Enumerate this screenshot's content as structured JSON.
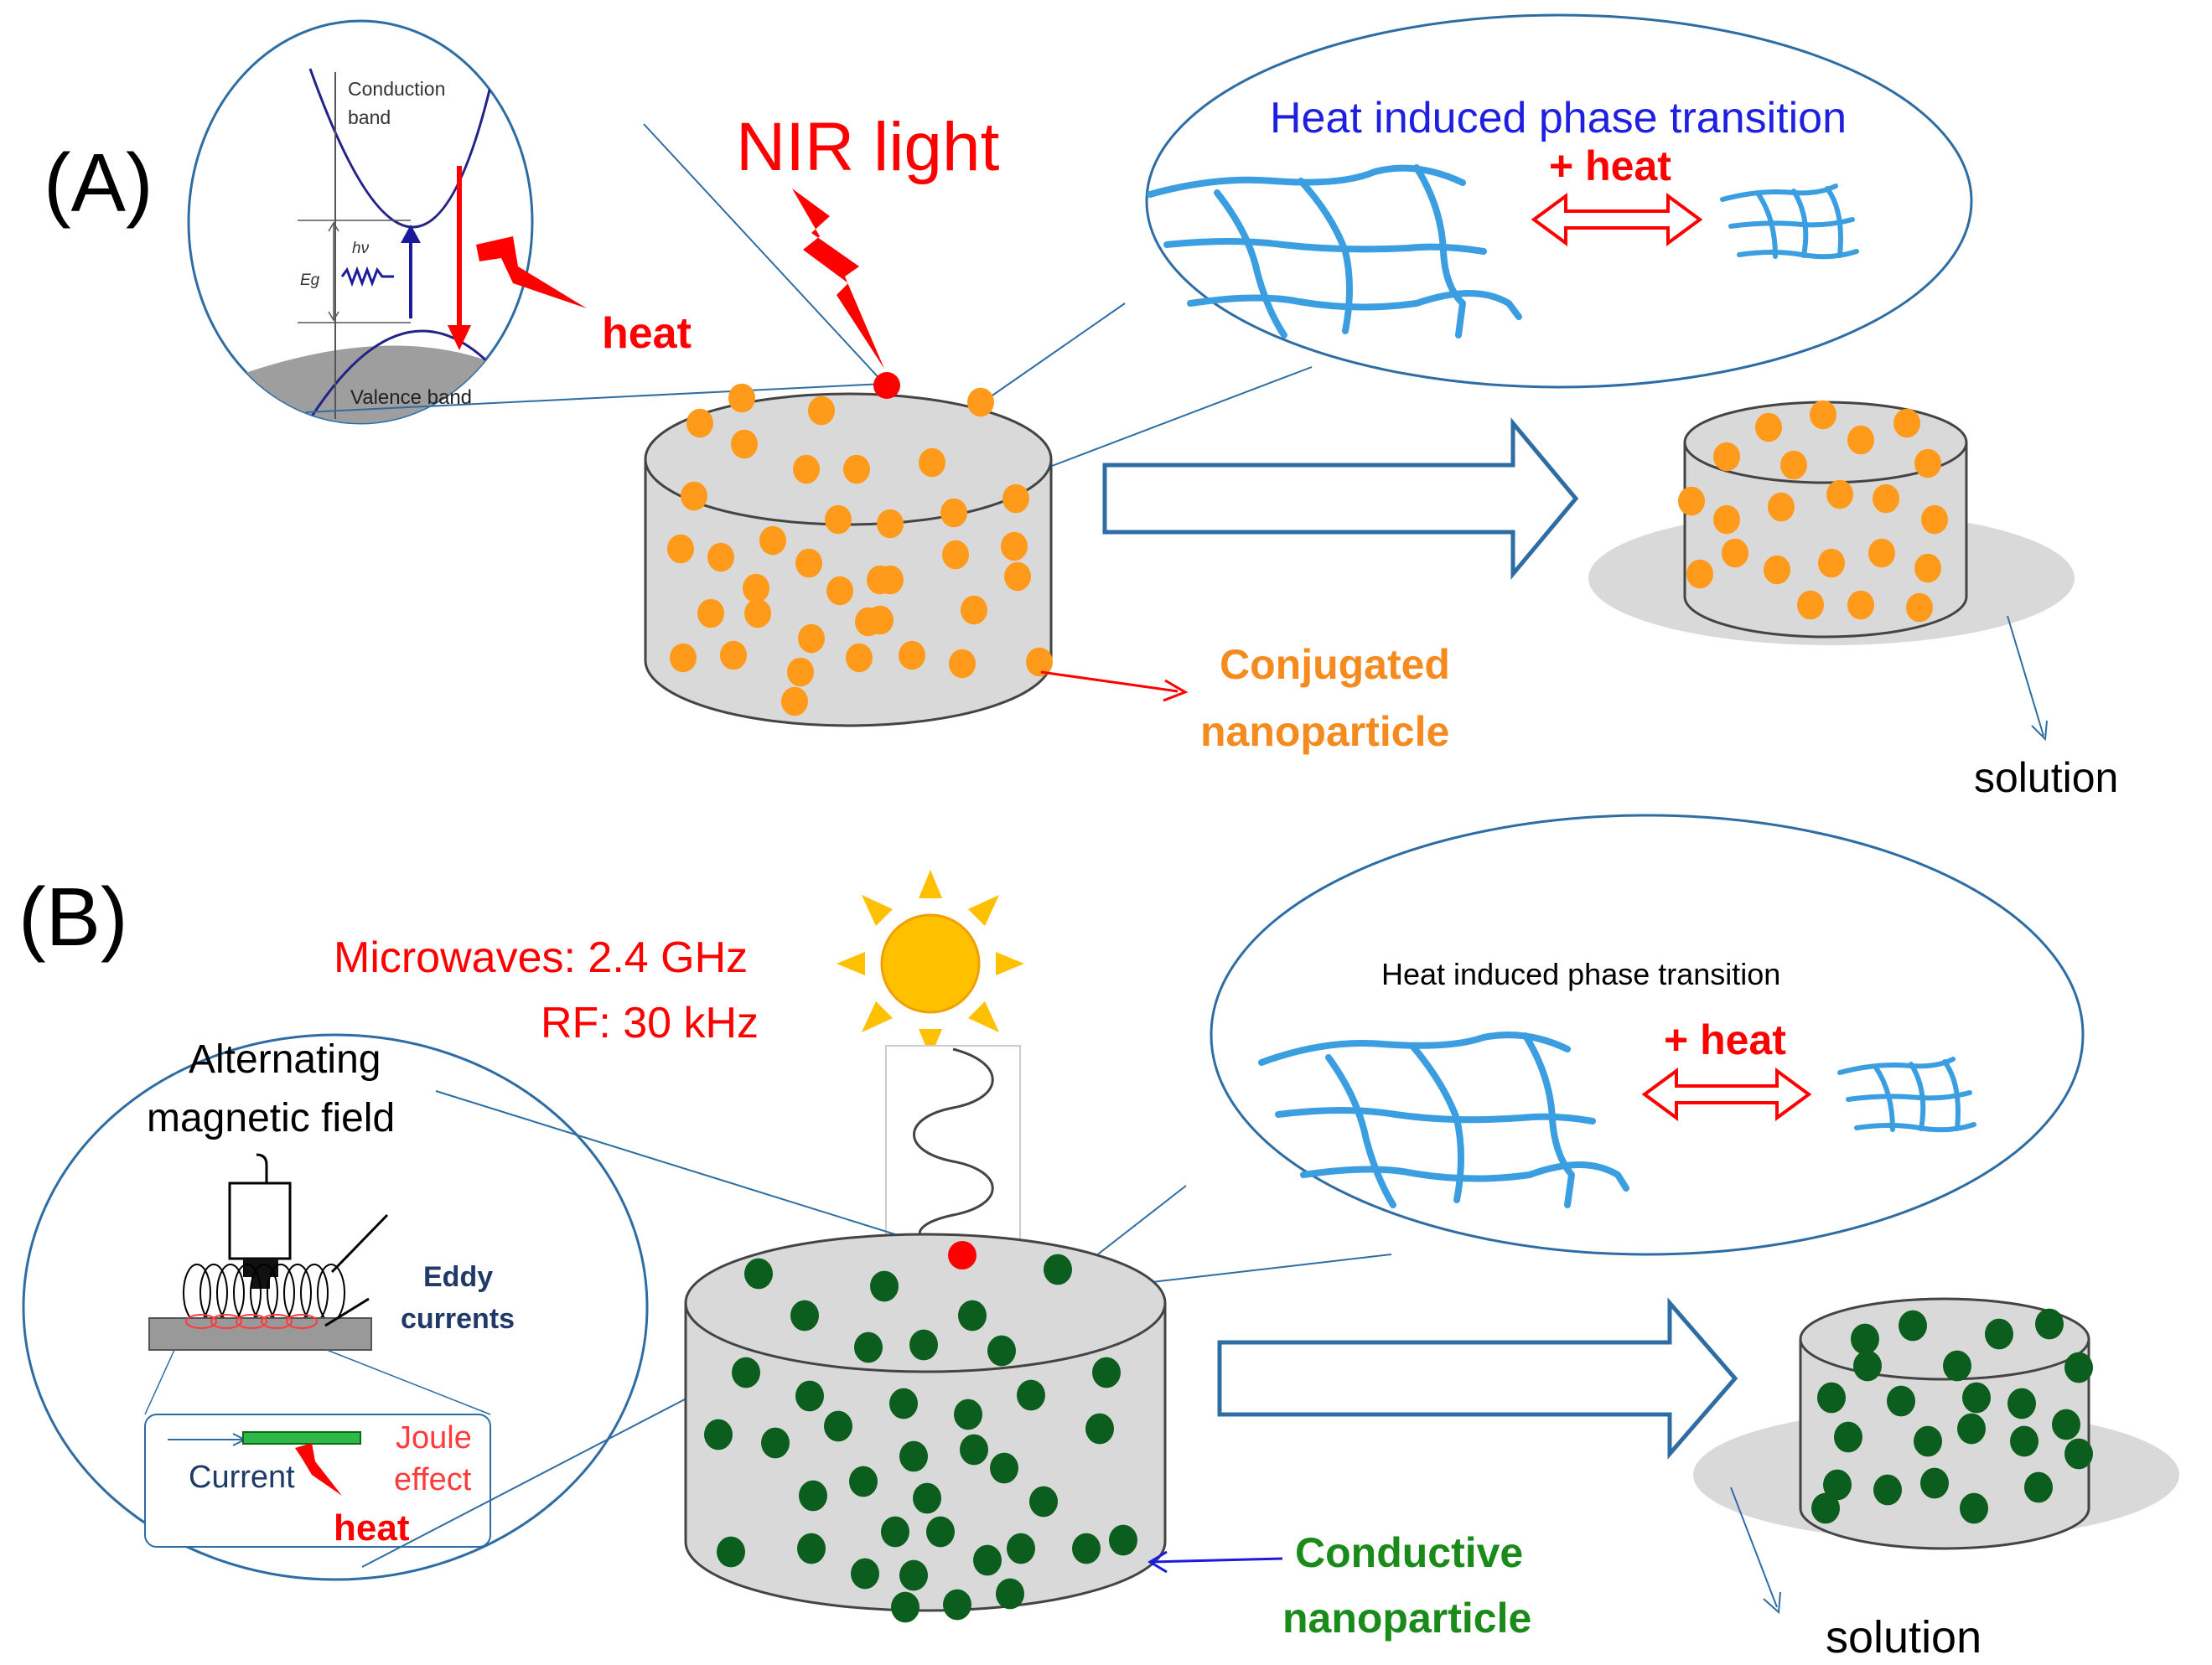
{
  "panel_a": {
    "label": "(A)",
    "stimulus": "NIR light",
    "band_diagram": {
      "conduction_band_line1": "Conduction",
      "conduction_band_line2": "band",
      "valence_band": "Valence band",
      "photon_energy": "hν",
      "band_gap": "Eg",
      "heat": "heat"
    },
    "phase_transition_title": "Heat induced phase transition",
    "plus_heat": "+ heat",
    "nanoparticle_line1": "Conjugated",
    "nanoparticle_line2": "nanoparticle",
    "solution": "solution"
  },
  "panel_b": {
    "label": "(B)",
    "microwaves": "Microwaves:  2.4 GHz",
    "rf": "RF: 30 kHz",
    "magnetic_line1": "Alternating",
    "magnetic_line2": "magnetic  field",
    "eddy_line1": "Eddy",
    "eddy_line2": "currents",
    "current": "Current",
    "joule_line1": "Joule",
    "joule_line2": "effect",
    "heat": "heat",
    "phase_transition_title": "Heat induced phase transition",
    "plus_heat": "+ heat",
    "nanoparticle_line1": "Conductive",
    "nanoparticle_line2": "nanoparticle",
    "solution": "solution"
  },
  "colors": {
    "red": "#ff0000",
    "blue_text": "#1f1fe0",
    "orange_particle": "#ff9a1a",
    "orange_text": "#f58a1f",
    "green_particle": "#0b5e1d",
    "green_text": "#1a8a1a",
    "network_blue": "#3a9ee0",
    "outline_blue": "#2e6da4",
    "cylinder_fill": "#d9d9d9",
    "sun": "#ffc000"
  }
}
